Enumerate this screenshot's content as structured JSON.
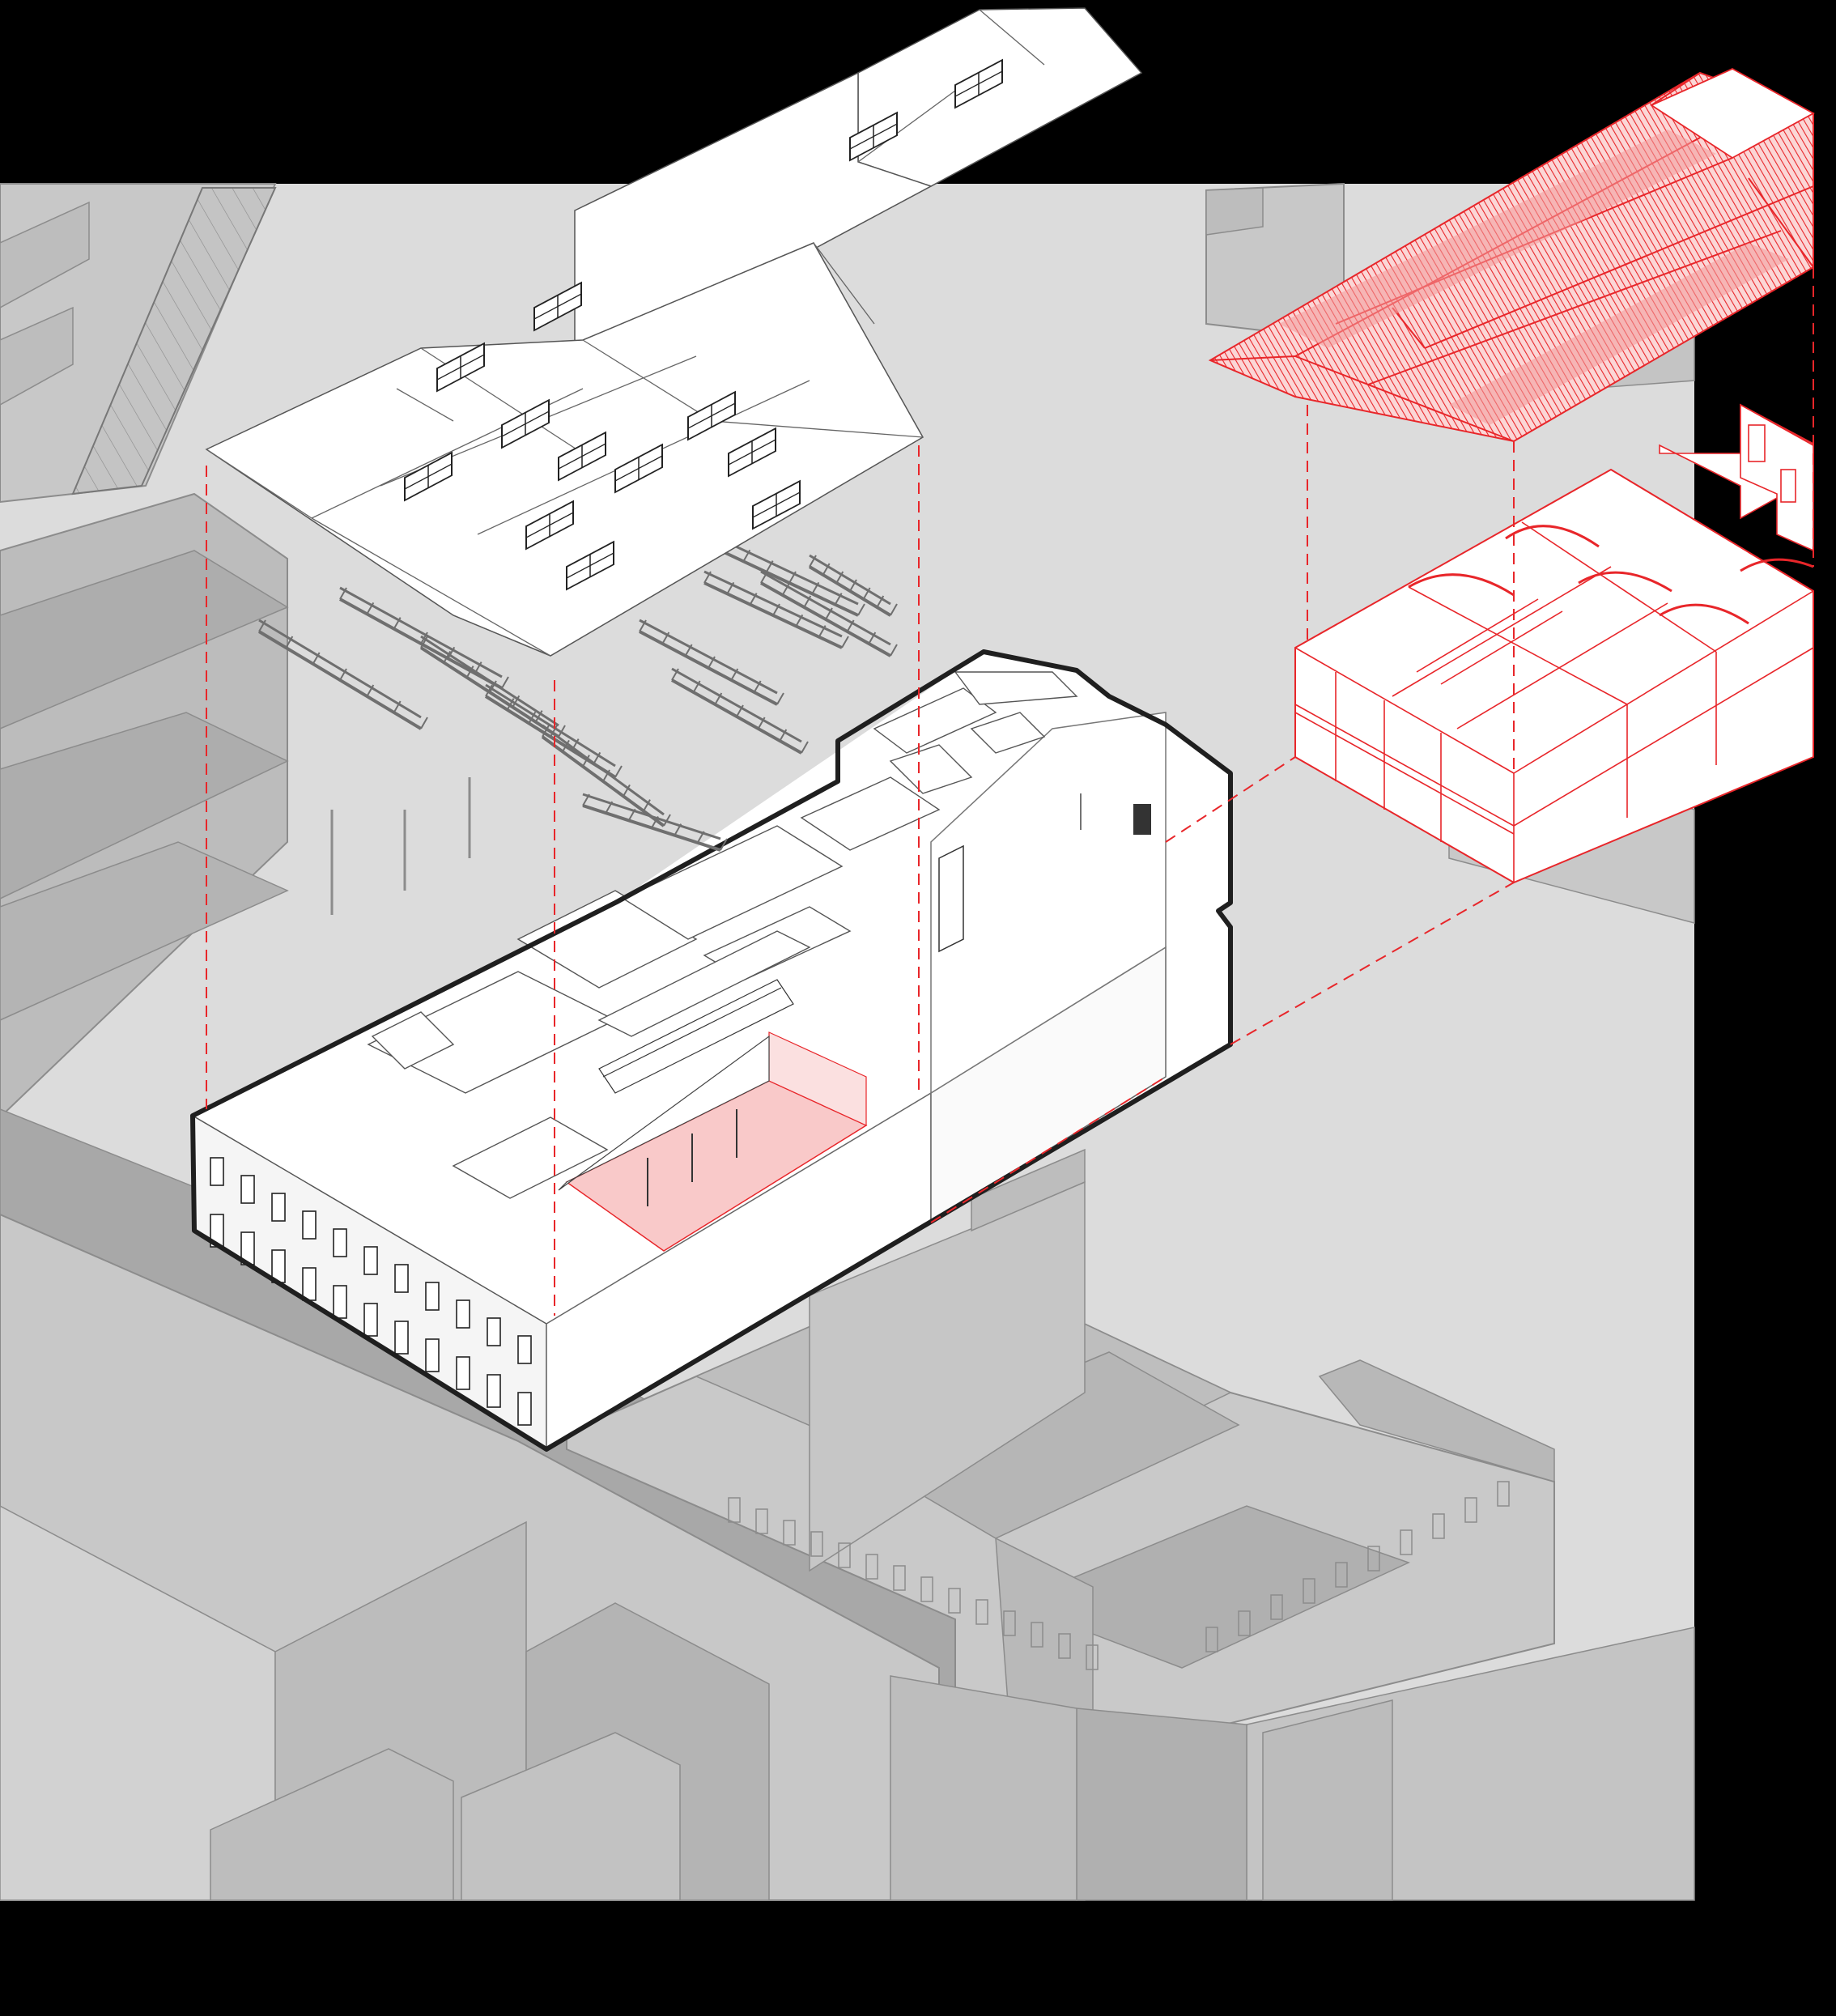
{
  "diagram": {
    "type": "exploded-axonometric",
    "colors": {
      "page_background": "#000000",
      "site_panel": "#dcdcdc",
      "context_light": "#cfcfcf",
      "context_mid": "#bdbdbd",
      "context_dark": "#a8a8a8",
      "building_white": "#ffffff",
      "outline": "#1a1a1a",
      "accent_red": "#e8262a",
      "accent_red_fill": "#f4a9a9",
      "courtyard_fill": "#f9c9c9"
    },
    "layers": [
      {
        "id": "existing-roof",
        "style": "white-volume"
      },
      {
        "id": "roof-trusses",
        "style": "grey-members"
      },
      {
        "id": "existing-building",
        "style": "heavy-outline"
      },
      {
        "id": "new-roof",
        "style": "red-hatched"
      },
      {
        "id": "new-structure",
        "style": "red-frame"
      },
      {
        "id": "urban-context",
        "style": "grey-blocks"
      }
    ],
    "connectors": {
      "style": "dashed",
      "color": "#e8262a"
    }
  }
}
